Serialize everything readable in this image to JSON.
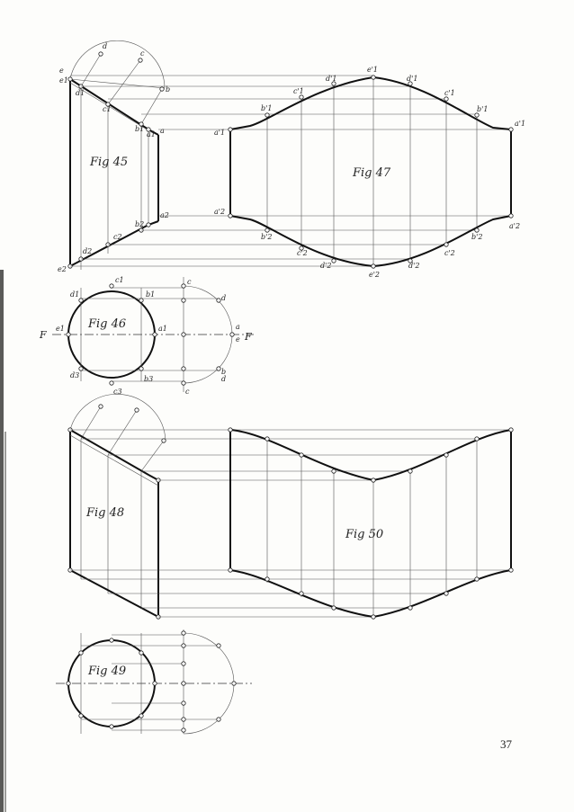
{
  "page": {
    "number": "37"
  },
  "figures": {
    "fig45": {
      "label": "Fig 45"
    },
    "fig46": {
      "label": "Fig 46",
      "axis_left": "F",
      "axis_right": "F"
    },
    "fig47": {
      "label": "Fig 47"
    },
    "fig48": {
      "label": "Fig 48"
    },
    "fig49": {
      "label": "Fig 49"
    },
    "fig50": {
      "label": "Fig 50"
    }
  },
  "labels": {
    "fig45": [
      "d",
      "c",
      "e",
      "e1",
      "d1",
      "c1",
      "b",
      "b1",
      "a1",
      "a",
      "a2",
      "b2",
      "c2",
      "d2",
      "e2"
    ],
    "fig46": [
      "c1",
      "d1",
      "b1",
      "c",
      "d",
      "e1",
      "a1",
      "a",
      "e",
      "d3",
      "b3",
      "b",
      "d",
      "c3",
      "c"
    ],
    "fig47": [
      "a'1",
      "b'1",
      "c'1",
      "d'1",
      "e'1",
      "d'1",
      "c'1",
      "b'1",
      "a'1",
      "a'2",
      "b'2",
      "c'2",
      "d'2",
      "e'2",
      "d'2",
      "c'2",
      "b'2",
      "a'2"
    ]
  }
}
